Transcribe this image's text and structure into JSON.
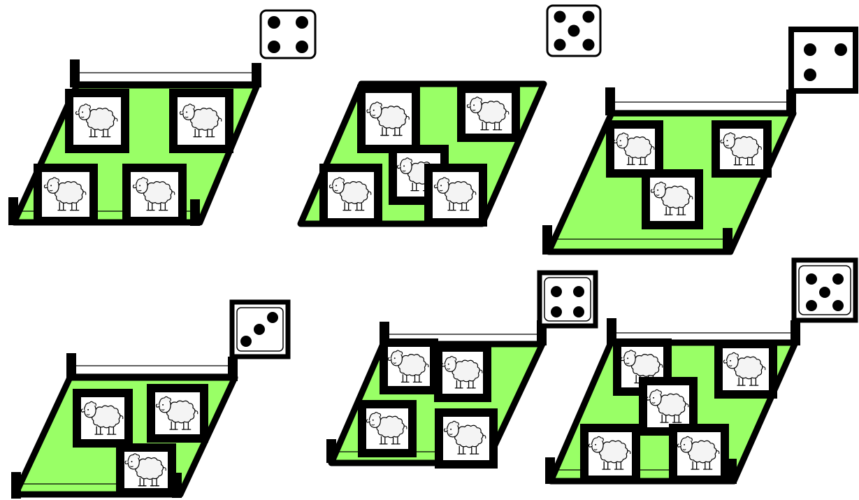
{
  "colors": {
    "field": "#99ff66",
    "ink": "#000000",
    "paper": "#ffffff",
    "wool": "#f4f4f4"
  },
  "panels": [
    {
      "id": "panel-1",
      "die_pips": 4,
      "sheep_count": 4,
      "icon": "sheep-icon"
    },
    {
      "id": "panel-2",
      "die_pips": 5,
      "sheep_count": 5,
      "icon": "sheep-icon"
    },
    {
      "id": "panel-3",
      "die_pips": 3,
      "sheep_count": 3,
      "icon": "sheep-icon"
    },
    {
      "id": "panel-4",
      "die_pips": 3,
      "sheep_count": 3,
      "icon": "sheep-icon"
    },
    {
      "id": "panel-5",
      "die_pips": 4,
      "sheep_count": 4,
      "icon": "sheep-icon"
    },
    {
      "id": "panel-6",
      "die_pips": 5,
      "sheep_count": 5,
      "icon": "sheep-icon"
    }
  ]
}
